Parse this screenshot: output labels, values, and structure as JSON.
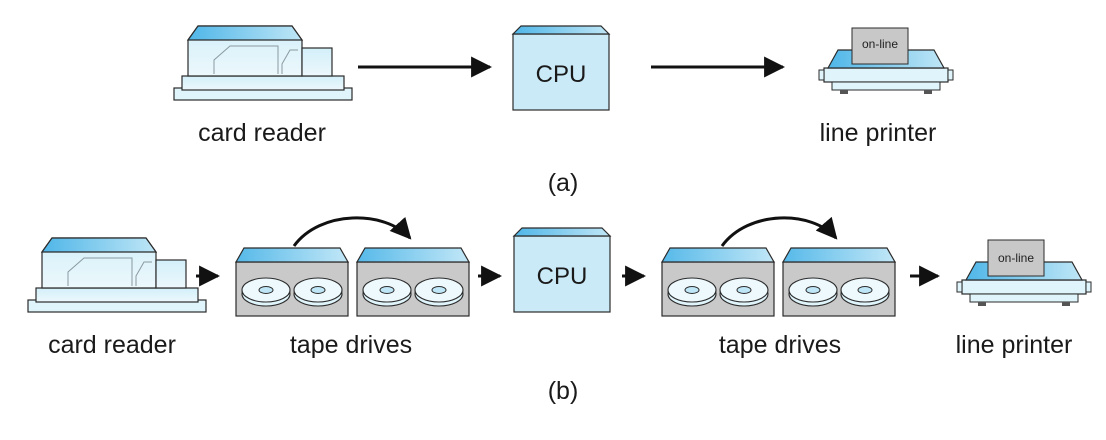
{
  "colors": {
    "device_fill": "#dff4fb",
    "device_top": "#62c1ec",
    "device_stroke": "#2b2b2b",
    "tape_fill": "#c9c9c9",
    "paper_fill": "#c8c8c8",
    "arrow": "#111111"
  },
  "icons": {
    "card_reader": "card-reader-icon",
    "cpu": "cpu-box-icon",
    "printer": "line-printer-icon",
    "tape": "tape-drive-icon"
  },
  "panel_a": {
    "label": "(a)",
    "card_reader": {
      "caption": "card reader"
    },
    "cpu": {
      "label": "CPU"
    },
    "printer": {
      "caption": "line printer",
      "paper_label": "on-line"
    }
  },
  "panel_b": {
    "label": "(b)",
    "card_reader": {
      "caption": "card reader"
    },
    "tape_input": {
      "caption": "tape drives"
    },
    "cpu": {
      "label": "CPU"
    },
    "tape_output": {
      "caption": "tape drives"
    },
    "printer": {
      "caption": "line printer",
      "paper_label": "on-line"
    }
  }
}
